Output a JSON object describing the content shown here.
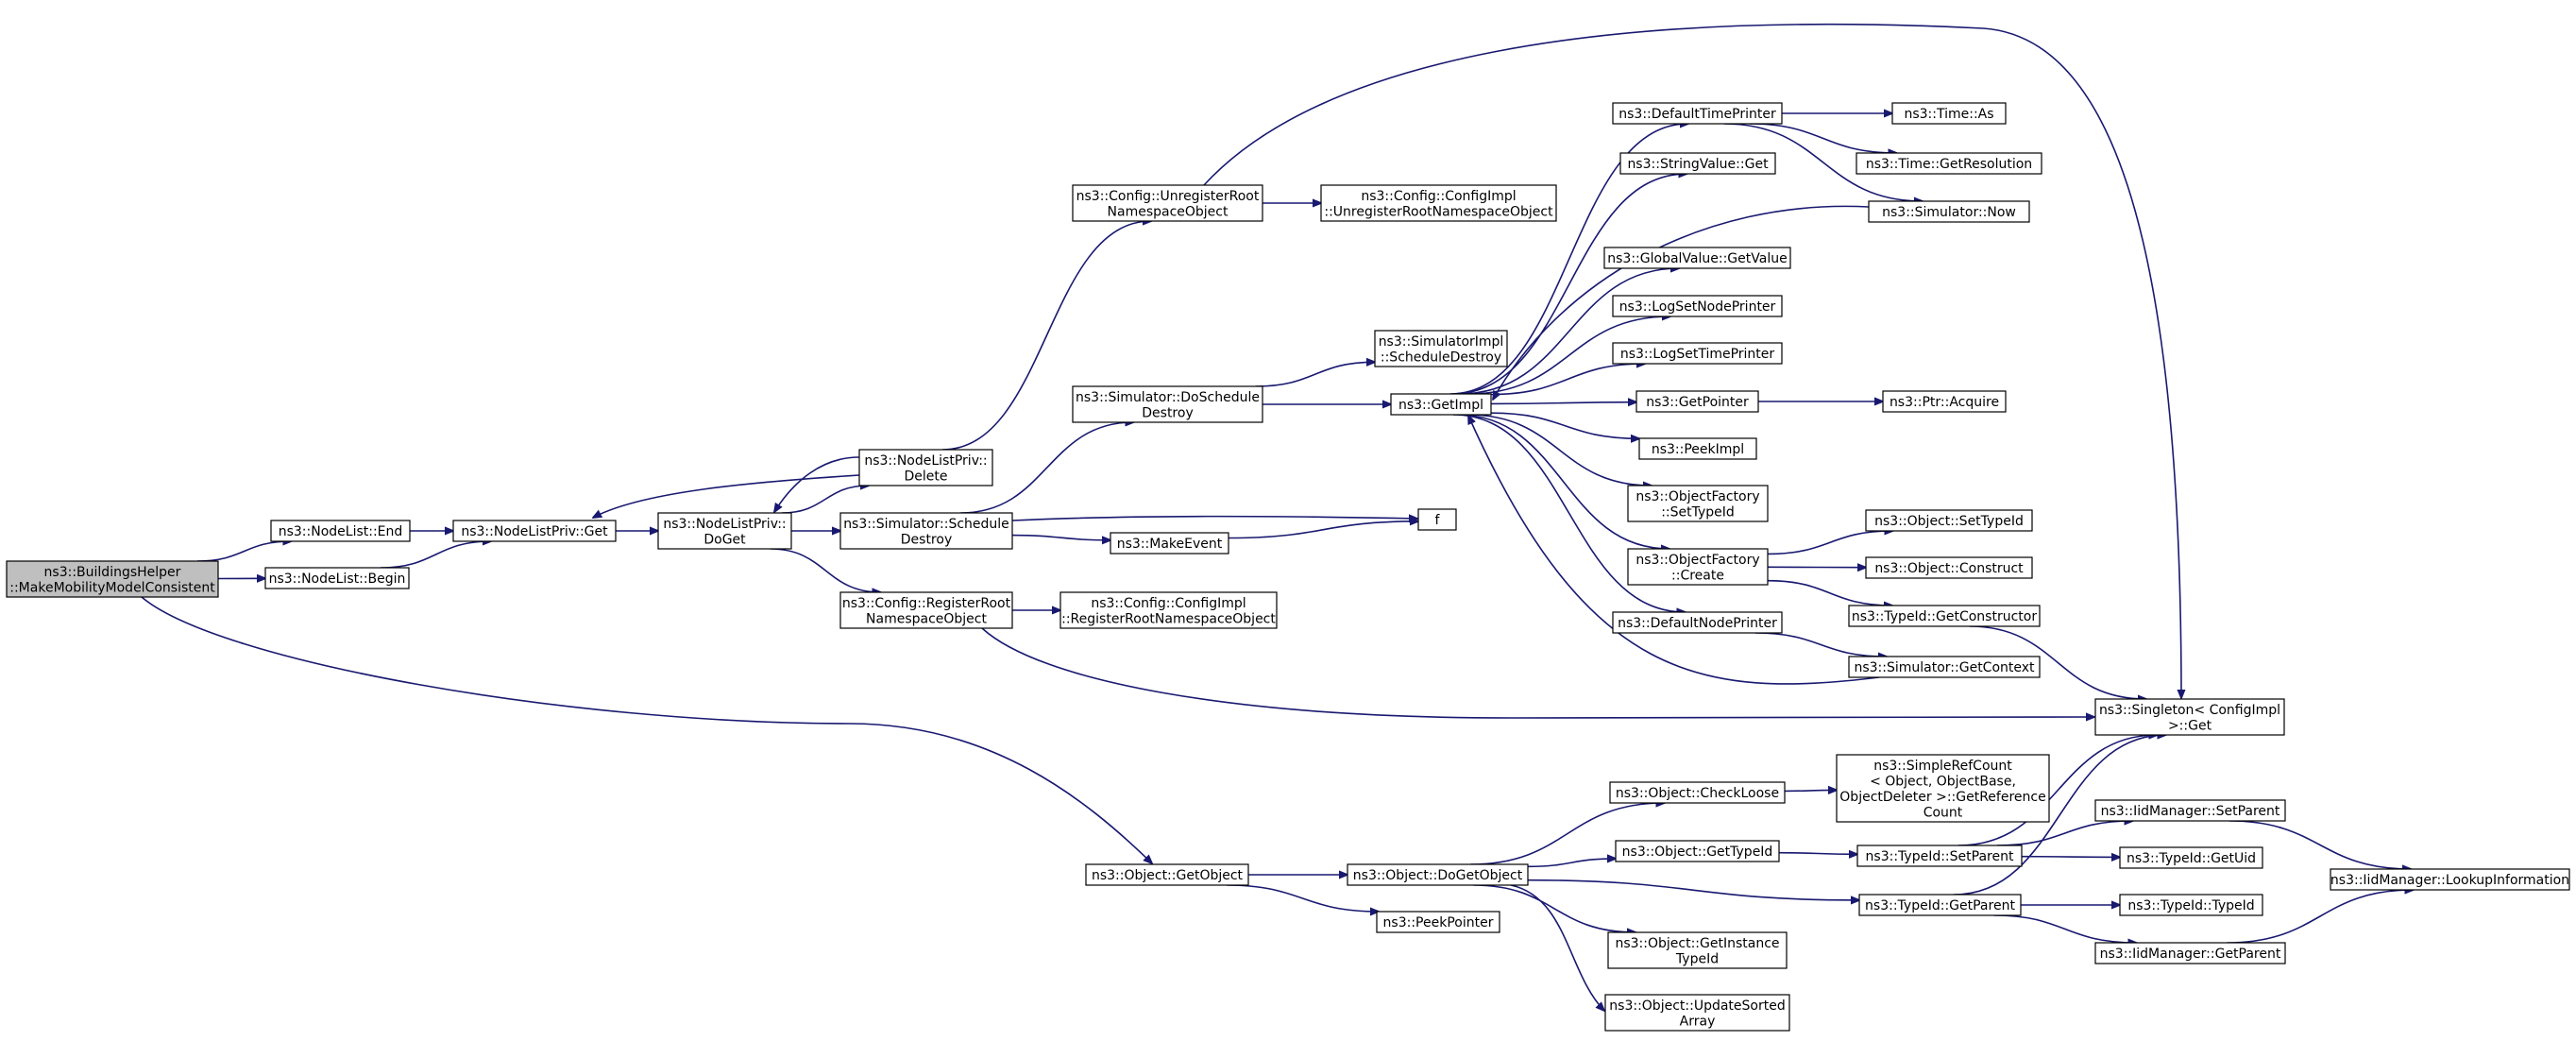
{
  "colors": {
    "edge": "#191970",
    "box_normal": "#000000",
    "box_truncated": "#ff0000",
    "root_fill": "#bfbfbf"
  },
  "nodes": {
    "root": {
      "lines": [
        "ns3::BuildingsHelper",
        "::MakeMobilityModelConsistent"
      ],
      "style": "root"
    },
    "nodelist_end": {
      "lines": [
        "ns3::NodeList::End"
      ],
      "style": "normal"
    },
    "nodelist_begin": {
      "lines": [
        "ns3::NodeList::Begin"
      ],
      "style": "normal"
    },
    "nlp_get": {
      "lines": [
        "ns3::NodeListPriv::Get"
      ],
      "style": "normal"
    },
    "nlp_doget": {
      "lines": [
        "ns3::NodeListPriv::",
        "DoGet"
      ],
      "style": "normal"
    },
    "nlp_delete": {
      "lines": [
        "ns3::NodeListPriv::",
        "Delete"
      ],
      "style": "normal"
    },
    "sim_schedule_destroy": {
      "lines": [
        "ns3::Simulator::Schedule",
        "Destroy"
      ],
      "style": "normal"
    },
    "config_register": {
      "lines": [
        "ns3::Config::RegisterRoot",
        "NamespaceObject"
      ],
      "style": "normal"
    },
    "config_unregister": {
      "lines": [
        "ns3::Config::UnregisterRoot",
        "NamespaceObject"
      ],
      "style": "normal"
    },
    "configimpl_unregister": {
      "lines": [
        "ns3::Config::ConfigImpl",
        "::UnregisterRootNamespaceObject"
      ],
      "style": "normal"
    },
    "configimpl_register": {
      "lines": [
        "ns3::Config::ConfigImpl",
        "::RegisterRootNamespaceObject"
      ],
      "style": "normal"
    },
    "sim_doschedule_destroy": {
      "lines": [
        "ns3::Simulator::DoSchedule",
        "Destroy"
      ],
      "style": "normal"
    },
    "simimpl_schedule_destroy": {
      "lines": [
        "ns3::SimulatorImpl",
        "::ScheduleDestroy"
      ],
      "style": "normal"
    },
    "getimpl": {
      "lines": [
        "ns3::GetImpl"
      ],
      "style": "normal"
    },
    "make_event": {
      "lines": [
        "ns3::MakeEvent"
      ],
      "style": "normal"
    },
    "f": {
      "lines": [
        "f"
      ],
      "style": "normal"
    },
    "default_time_printer": {
      "lines": [
        "ns3::DefaultTimePrinter"
      ],
      "style": "normal"
    },
    "stringvalue_get": {
      "lines": [
        "ns3::StringValue::Get"
      ],
      "style": "normal"
    },
    "globalvalue_getvalue": {
      "lines": [
        "ns3::GlobalValue::GetValue"
      ],
      "style": "truncated"
    },
    "log_set_node_printer": {
      "lines": [
        "ns3::LogSetNodePrinter"
      ],
      "style": "normal"
    },
    "log_set_time_printer": {
      "lines": [
        "ns3::LogSetTimePrinter"
      ],
      "style": "truncated"
    },
    "get_pointer": {
      "lines": [
        "ns3::GetPointer"
      ],
      "style": "normal"
    },
    "peek_impl": {
      "lines": [
        "ns3::PeekImpl"
      ],
      "style": "normal"
    },
    "objfactory_settypeid": {
      "lines": [
        "ns3::ObjectFactory",
        "::SetTypeId"
      ],
      "style": "truncated"
    },
    "objfactory_create": {
      "lines": [
        "ns3::ObjectFactory",
        "::Create"
      ],
      "style": "normal"
    },
    "default_node_printer": {
      "lines": [
        "ns3::DefaultNodePrinter"
      ],
      "style": "normal"
    },
    "time_as": {
      "lines": [
        "ns3::Time::As"
      ],
      "style": "normal"
    },
    "time_getresolution": {
      "lines": [
        "ns3::Time::GetResolution"
      ],
      "style": "truncated"
    },
    "simulator_now": {
      "lines": [
        "ns3::Simulator::Now"
      ],
      "style": "truncated"
    },
    "ptr_acquire": {
      "lines": [
        "ns3::Ptr::Acquire"
      ],
      "style": "normal"
    },
    "object_settypeid": {
      "lines": [
        "ns3::Object::SetTypeId"
      ],
      "style": "truncated"
    },
    "object_construct": {
      "lines": [
        "ns3::Object::Construct"
      ],
      "style": "truncated"
    },
    "typeid_getconstructor": {
      "lines": [
        "ns3::TypeId::GetConstructor"
      ],
      "style": "truncated"
    },
    "simulator_getcontext": {
      "lines": [
        "ns3::Simulator::GetContext"
      ],
      "style": "truncated"
    },
    "singleton_get": {
      "lines": [
        "ns3::Singleton< ConfigImpl",
        " >::Get"
      ],
      "style": "normal"
    },
    "object_getobject": {
      "lines": [
        "ns3::Object::GetObject"
      ],
      "style": "normal"
    },
    "object_dogetobject": {
      "lines": [
        "ns3::Object::DoGetObject"
      ],
      "style": "normal"
    },
    "peek_pointer": {
      "lines": [
        "ns3::PeekPointer"
      ],
      "style": "normal"
    },
    "object_checkloose": {
      "lines": [
        "ns3::Object::CheckLoose"
      ],
      "style": "normal"
    },
    "object_gettypeid": {
      "lines": [
        "ns3::Object::GetTypeId"
      ],
      "style": "normal"
    },
    "object_getinstancetypeid": {
      "lines": [
        "ns3::Object::GetInstance",
        "TypeId"
      ],
      "style": "normal"
    },
    "object_updatesortedarray": {
      "lines": [
        "ns3::Object::UpdateSorted",
        "Array"
      ],
      "style": "normal"
    },
    "simplerefcount": {
      "lines": [
        "ns3::SimpleRefCount",
        "< Object, ObjectBase,",
        " ObjectDeleter >::GetReference",
        "Count"
      ],
      "style": "normal"
    },
    "typeid_setparent": {
      "lines": [
        "ns3::TypeId::SetParent"
      ],
      "style": "normal"
    },
    "typeid_getparent": {
      "lines": [
        "ns3::TypeId::GetParent"
      ],
      "style": "normal"
    },
    "iidmanager_setparent": {
      "lines": [
        "ns3::IidManager::SetParent"
      ],
      "style": "normal"
    },
    "typeid_getuid": {
      "lines": [
        "ns3::TypeId::GetUid"
      ],
      "style": "normal"
    },
    "typeid_typeid": {
      "lines": [
        "ns3::TypeId::TypeId"
      ],
      "style": "normal"
    },
    "iidmanager_getparent": {
      "lines": [
        "ns3::IidManager::GetParent"
      ],
      "style": "normal"
    },
    "iidmanager_lookupinformation": {
      "lines": [
        "ns3::IidManager::LookupInformation"
      ],
      "style": "normal"
    }
  }
}
